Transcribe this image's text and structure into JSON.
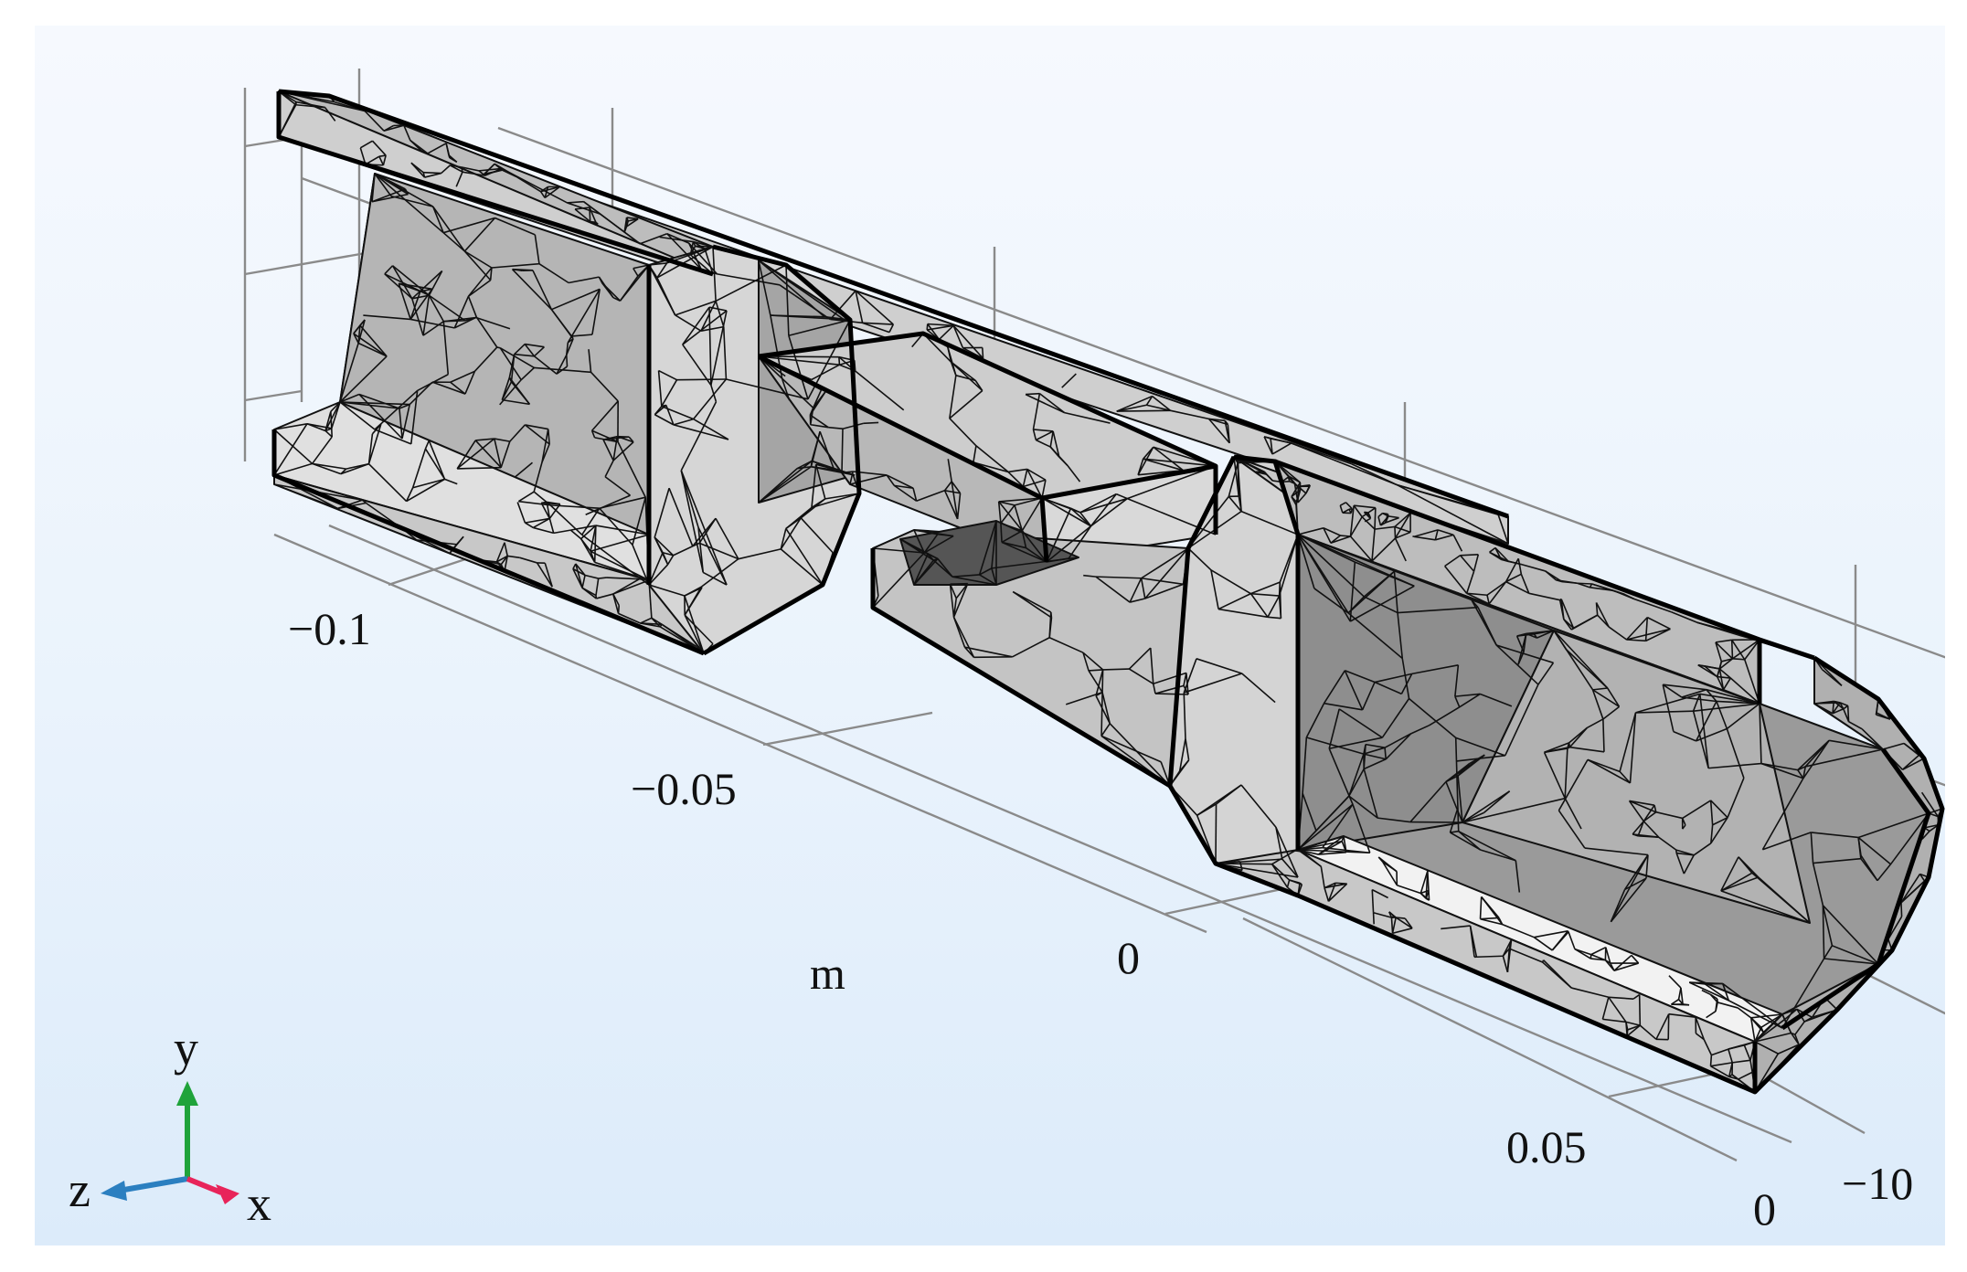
{
  "axes": {
    "tick_labels": [
      "−0.1",
      "−0.05",
      "0",
      "0.05",
      "0",
      "−10"
    ],
    "unit_label": "m"
  },
  "triad": {
    "y": "y",
    "z": "z",
    "x": "x",
    "colors": {
      "y": "#1fa33a",
      "z": "#2b7fc0",
      "x": "#e8245a"
    }
  },
  "colors": {
    "background_top": "#f6f9fe",
    "background_bottom": "#dcebfa",
    "mesh_light": "#d2d2d2",
    "mesh_mid": "#a8a8a8",
    "mesh_dark": "#8e8e8e",
    "mesh_lines": "#111111",
    "grid_lines": "#8a8a8a"
  }
}
